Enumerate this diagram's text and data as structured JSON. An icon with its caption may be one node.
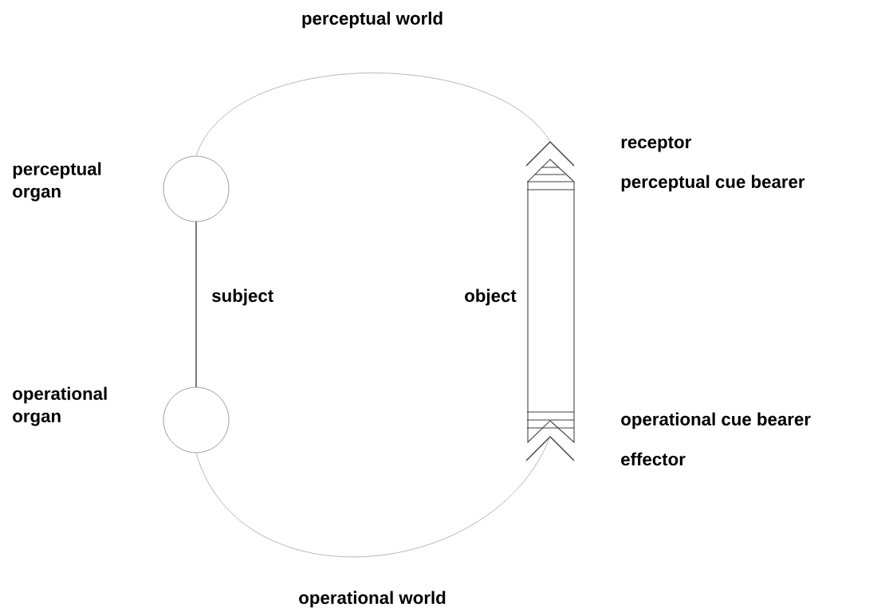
{
  "diagram": {
    "nodes": [
      {
        "text": [],
        "shape": "circle",
        "beside": [
          "perceptual organ"
        ]
      },
      {
        "text": [],
        "shape": "circle",
        "beside": [
          "operational organ"
        ]
      },
      {
        "text": [],
        "shape": "chevron",
        "beside": [
          "receptor"
        ]
      },
      {
        "text": [],
        "shape": "bar",
        "beside": [
          "object"
        ]
      },
      {
        "text": [],
        "shape": "chevron",
        "beside": [
          "effector"
        ]
      }
    ],
    "edges": [
      {
        "from": 0,
        "to": 1,
        "arrow": "none",
        "color": "#000000"
      },
      {
        "from": 0,
        "to": 2,
        "arrow": "none"
      },
      {
        "from": 1,
        "to": 4,
        "arrow": "none"
      }
    ],
    "labels": [
      "perceptual world",
      "perceptual cue bearer",
      "subject",
      "operational cue bearer",
      "operational world"
    ]
  }
}
